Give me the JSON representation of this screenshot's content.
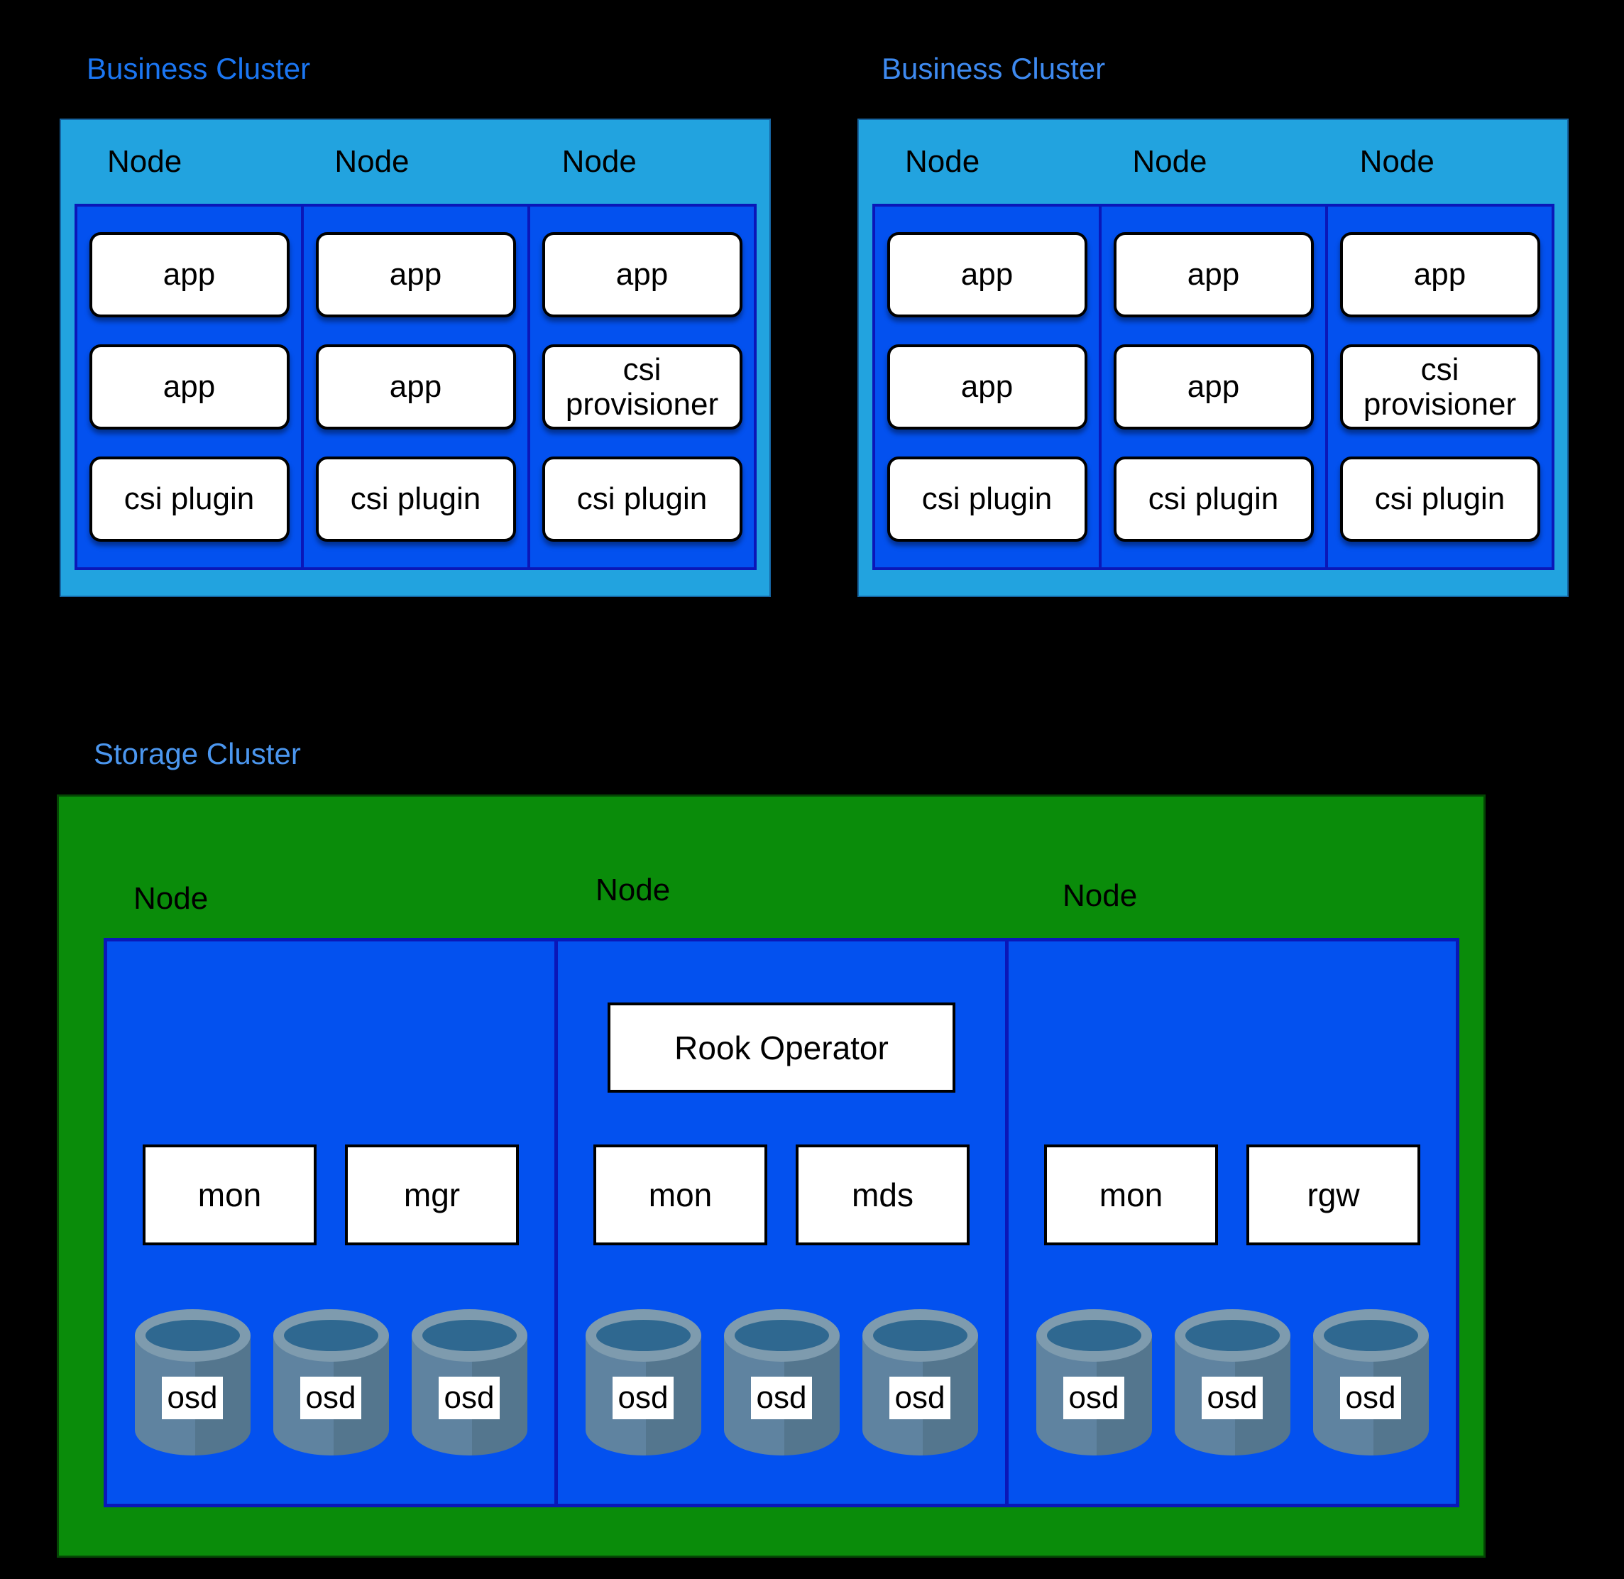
{
  "business_clusters": [
    {
      "title": "Business Cluster",
      "nodes": [
        {
          "label": "Node",
          "pods": [
            "app",
            "app",
            "csi plugin"
          ]
        },
        {
          "label": "Node",
          "pods": [
            "app",
            "app",
            "csi plugin"
          ]
        },
        {
          "label": "Node",
          "pods": [
            "app",
            "csi provisioner",
            "csi plugin"
          ]
        }
      ]
    },
    {
      "title": "Business Cluster",
      "nodes": [
        {
          "label": "Node",
          "pods": [
            "app",
            "app",
            "csi plugin"
          ]
        },
        {
          "label": "Node",
          "pods": [
            "app",
            "app",
            "csi plugin"
          ]
        },
        {
          "label": "Node",
          "pods": [
            "app",
            "csi provisioner",
            "csi plugin"
          ]
        }
      ]
    }
  ],
  "storage_cluster": {
    "title": "Storage Cluster",
    "nodes": [
      {
        "label": "Node",
        "operator": "",
        "services": [
          "mon",
          "mgr"
        ],
        "osds": [
          "osd",
          "osd",
          "osd"
        ]
      },
      {
        "label": "Node",
        "operator": "Rook Operator",
        "services": [
          "mon",
          "mds"
        ],
        "osds": [
          "osd",
          "osd",
          "osd"
        ]
      },
      {
        "label": "Node",
        "operator": "",
        "services": [
          "mon",
          "rgw"
        ],
        "osds": [
          "osd",
          "osd",
          "osd"
        ]
      }
    ]
  },
  "colors": {
    "title_business_1": "#1B76F2",
    "title_business_2": "#3E8AF0",
    "title_storage": "#4B96EE",
    "business_box": "#22A3DF",
    "inner_blue": "#0351EF",
    "inner_border": "#0A17B8",
    "storage_green": "#0A8C0A",
    "pod_fill": "#FFFFFF",
    "pod_border": "#000000",
    "cyl_light": "#5F83A0",
    "cyl_dark": "#54768E",
    "cyl_rim": "#7E9BAE",
    "cyl_hole": "#2F6890"
  }
}
